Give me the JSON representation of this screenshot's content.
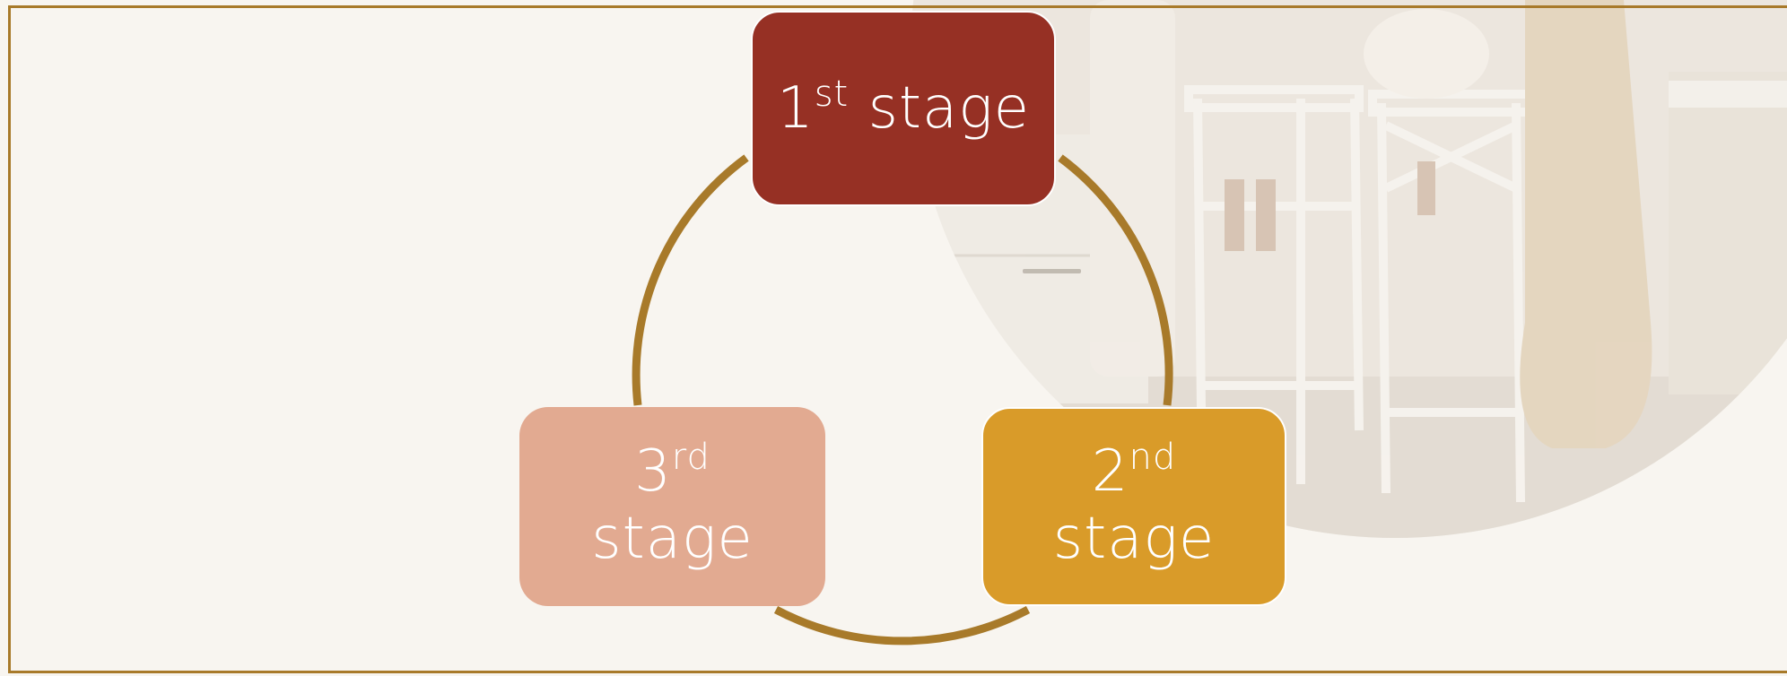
{
  "diagram": {
    "stages": [
      {
        "number": "1",
        "suffix": "st",
        "word": "stage",
        "color": "#963024"
      },
      {
        "number": "2",
        "suffix": "nd",
        "word": "stage",
        "color": "#d99b29"
      },
      {
        "number": "3",
        "suffix": "rd",
        "word": "stage",
        "color": "#e2aa91"
      }
    ],
    "arc_color": "#a87a2a",
    "frame_color": "#a87a2a",
    "background_color": "#f8f5f0"
  },
  "background_image": {
    "subject": "kitchen scene with people and white bar stools",
    "shape": "circle"
  }
}
